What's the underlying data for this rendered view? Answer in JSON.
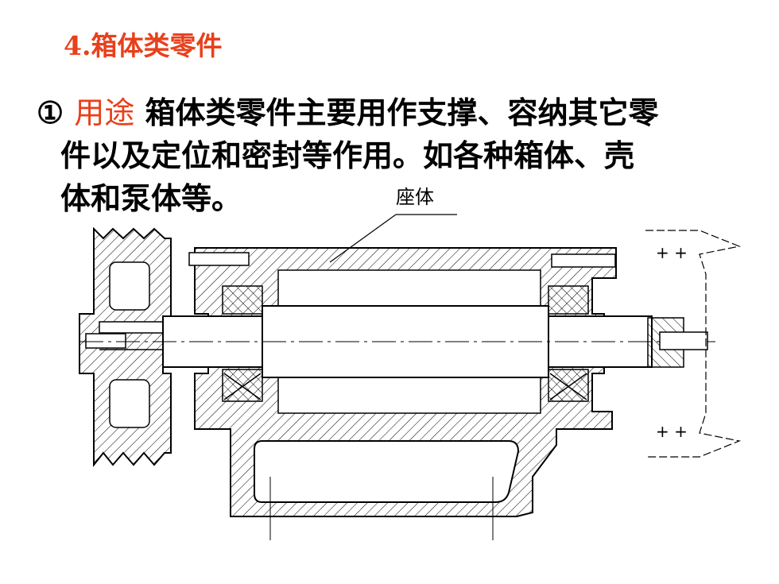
{
  "slide": {
    "heading": "4.箱体类零件",
    "paragraph": {
      "marker": "①",
      "keyword": "用途",
      "line1_rest": " 箱体类零件主要用作支撑、容纳其它零",
      "line2": "件以及定位和密封等作用。如各种箱体、壳",
      "line3": "体和泵体等。"
    },
    "callout_label": "座体"
  },
  "colors": {
    "accent": "#e8401c",
    "text": "#000000",
    "background": "#ffffff"
  }
}
